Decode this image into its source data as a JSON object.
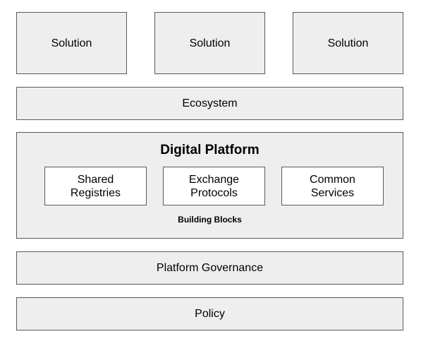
{
  "solutions": [
    {
      "label": "Solution"
    },
    {
      "label": "Solution"
    },
    {
      "label": "Solution"
    }
  ],
  "ecosystem": {
    "label": "Ecosystem"
  },
  "digital_platform": {
    "title": "Digital Platform",
    "building_blocks_label": "Building Blocks",
    "blocks": [
      {
        "label": "Shared\nRegistries"
      },
      {
        "label": "Exchange\nProtocols"
      },
      {
        "label": "Common\nServices"
      }
    ]
  },
  "platform_governance": {
    "label": "Platform Governance"
  },
  "policy": {
    "label": "Policy"
  },
  "colors": {
    "box_fill": "#eeeeee",
    "inner_box_fill": "#ffffff",
    "border": "#5a5a5a"
  }
}
